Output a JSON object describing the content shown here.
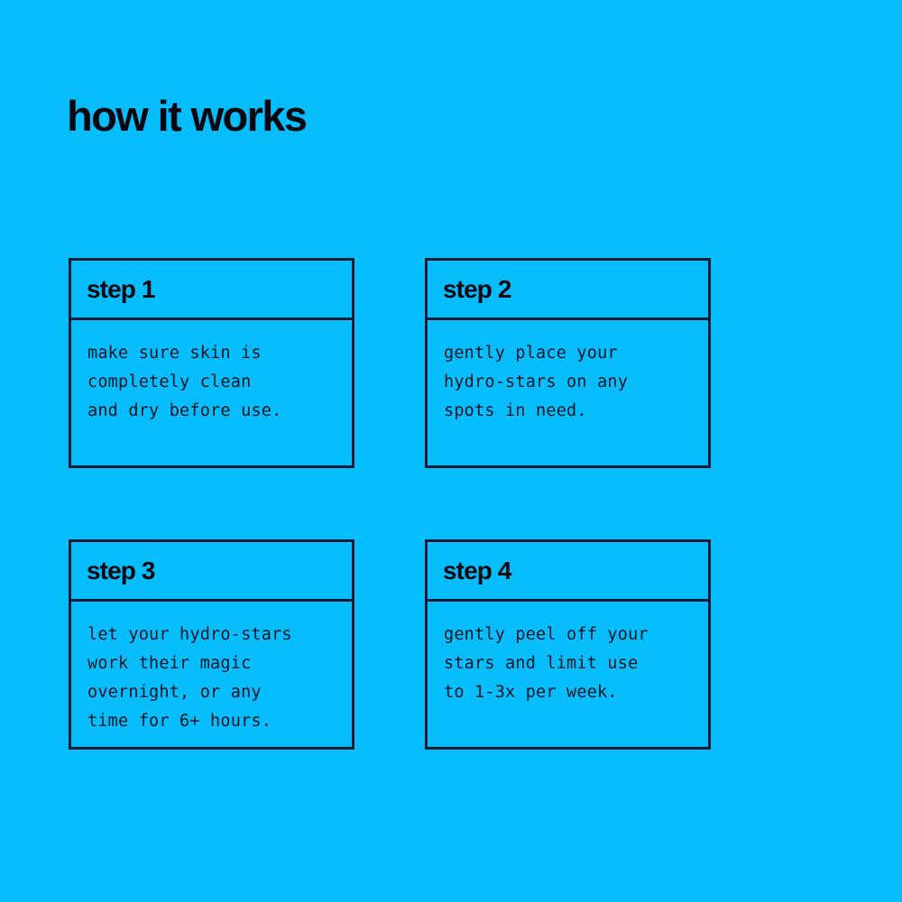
{
  "page": {
    "title": "how it works",
    "background_color": "#07bdfb",
    "ink_color": "#05090f",
    "border_color": "#0b1b33"
  },
  "steps": [
    {
      "title": "step 1",
      "body": "make sure skin is\ncompletely clean\nand dry before use."
    },
    {
      "title": "step 2",
      "body": "gently place your\nhydro-stars on any\nspots in need."
    },
    {
      "title": "step 3",
      "body": "let your hydro-stars\nwork their magic\novernight, or any\ntime for 6+ hours."
    },
    {
      "title": "step 4",
      "body": "gently peel off your\nstars and limit use\nto 1-3x per week."
    }
  ]
}
